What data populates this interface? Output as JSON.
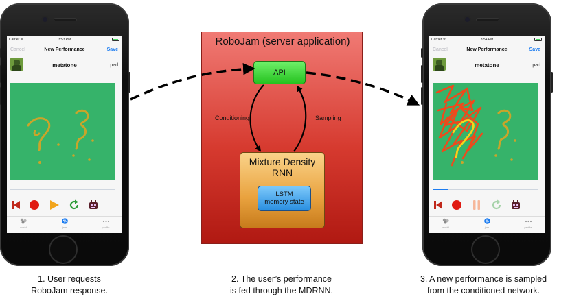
{
  "left_phone": {
    "carrier": "Carrier ᯤ",
    "time": "3:53 PM",
    "nav_cancel": "Cancel",
    "nav_title": "New Performance",
    "nav_save": "Save",
    "username": "metatone",
    "instrument": "pad",
    "playback_progress": 0.0,
    "controls": [
      "back-icon",
      "record-icon",
      "play-icon",
      "refresh-icon",
      "robot-icon"
    ],
    "tabs": [
      {
        "label": "world",
        "icon": "world-icon"
      },
      {
        "label": "jam",
        "icon": "jam-icon"
      },
      {
        "label": "profile",
        "icon": "more-icon"
      }
    ]
  },
  "right_phone": {
    "carrier": "Carrier ᯤ",
    "time": "3:54 PM",
    "nav_cancel": "Cancel",
    "nav_title": "New Performance",
    "nav_save": "Save",
    "username": "metatone",
    "instrument": "pad",
    "playback_progress": 0.15,
    "controls": [
      "back-icon",
      "record-icon",
      "pause-icon",
      "refresh-icon",
      "robot-icon"
    ],
    "tabs": [
      {
        "label": "world",
        "icon": "world-icon"
      },
      {
        "label": "jam",
        "icon": "jam-icon"
      },
      {
        "label": "profile",
        "icon": "more-icon"
      }
    ]
  },
  "server": {
    "title": "RoboJam (server application)",
    "api_label": "API",
    "mdn_label": "Mixture Density RNN",
    "lstm_label_line1": "LSTM",
    "lstm_label_line2": "memory state",
    "conditioning_label": "Conditioning",
    "sampling_label": "Sampling"
  },
  "captions": {
    "left_line1": "1. User requests",
    "left_line2": "RoboJam response.",
    "middle_line1": "2. The user’s performance",
    "middle_line2": "is fed through the MDRNN.",
    "right_line1": "3. A new performance is sampled",
    "right_line2": "from the conditioned network."
  },
  "colors": {
    "canvas_green": "#36b36a",
    "user_stroke": "#c9a52a",
    "robojam_stroke": "#ee4a1c",
    "robojam_highlight": "#f7d31a",
    "api_green": "#25c21f",
    "mdn_orange": "#e9a23e",
    "lstm_blue": "#2a8fe0",
    "server_red": "#d63a2f",
    "ios_blue": "#1c7cf0"
  }
}
